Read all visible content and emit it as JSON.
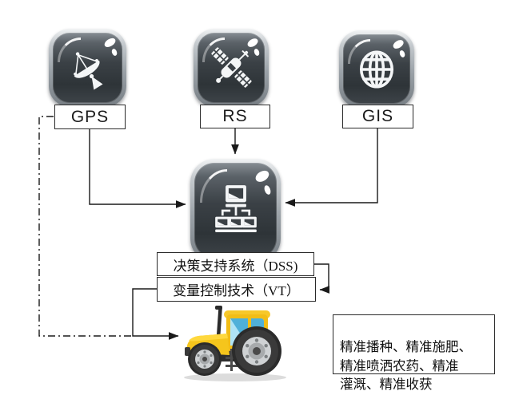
{
  "nodes": {
    "gps": {
      "label": "GPS"
    },
    "rs": {
      "label": "RS"
    },
    "gis": {
      "label": "GIS"
    },
    "dss": {
      "label": "决策支持系统（DSS)"
    },
    "vt": {
      "label": "变量控制技术（VT）"
    },
    "outcomes": {
      "text": "精准播种、精准施肥、\n精准喷洒农药、精准\n灌溉、精准收获"
    }
  },
  "icons": {
    "gps": "satellite-dish-icon",
    "rs": "satellite-icon",
    "gis": "globe-icon",
    "hub": "computer-network-icon",
    "vehicle": "tractor-illustration"
  },
  "colors": {
    "background": "#ffffff",
    "line": "#1a1a1a",
    "box_border": "#2a2a2a",
    "icon_dark": "#343a3f",
    "icon_rim": "#9aa1a7",
    "tractor_yellow": "#f5c51c",
    "tractor_window_blue": "#58b7dd",
    "wheel_dark": "#2b2b2b",
    "rim_silver": "#cfd2d4"
  }
}
